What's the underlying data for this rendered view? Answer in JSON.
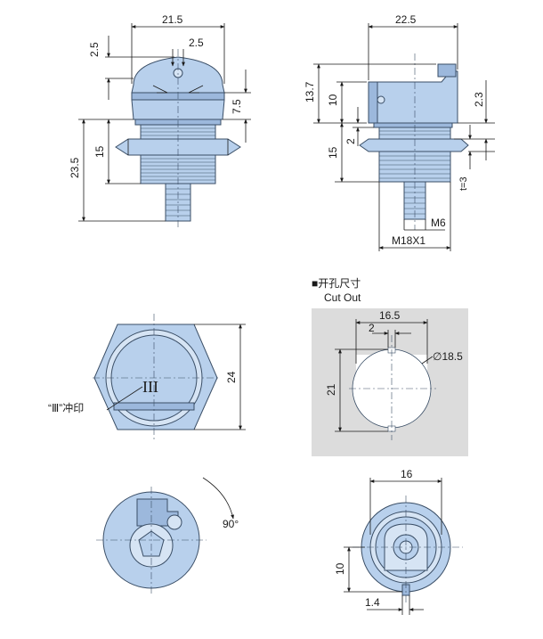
{
  "side_view": {
    "dia_top": "21.5",
    "dia_hole": "2.5",
    "h_cap": "2.5",
    "h_body": "7.5",
    "h_thread": "15",
    "h_total": "23.5"
  },
  "section_view": {
    "dia_top": "22.5",
    "h_head": "13.7",
    "h_upper": "10",
    "h_step": "2",
    "h_lower": "15",
    "right_23": "2.3",
    "thickness": "t=3",
    "thread_small": "M6",
    "thread_main": "M18X1"
  },
  "top_view": {
    "marking": "III",
    "marking_label": "“Ⅲ”冲印",
    "across_flats": "24"
  },
  "rotation": {
    "angle": "90°"
  },
  "cutout": {
    "title_cn": "■开孔尺寸",
    "title_en": "Cut Out",
    "width": "16.5",
    "key_w": "2",
    "diameter": "∅18.5",
    "height": "21"
  },
  "bottom_view": {
    "width": "16",
    "height": "10",
    "offset": "1.4"
  },
  "colors": {
    "part": "#b8d0ec",
    "outline": "#3a4e66",
    "cutout_bg": "#dcdcdc"
  }
}
